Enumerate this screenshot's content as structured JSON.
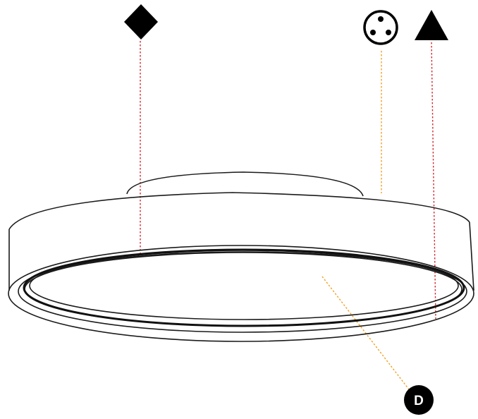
{
  "colors": {
    "outline": "#1a1a1a",
    "marker_fill": "#000000",
    "leader_red": "#d4272e",
    "leader_orange": "#f0a020",
    "background": "#ffffff",
    "callout_text": "#ffffff"
  },
  "markers": [
    {
      "icon": "diamond-icon",
      "leader_color": "red"
    },
    {
      "icon": "three-dot-circle-icon",
      "leader_color": "orange"
    },
    {
      "icon": "triangle-icon",
      "leader_color": "red"
    }
  ],
  "callout": {
    "label": "D",
    "leader_color": "orange"
  }
}
